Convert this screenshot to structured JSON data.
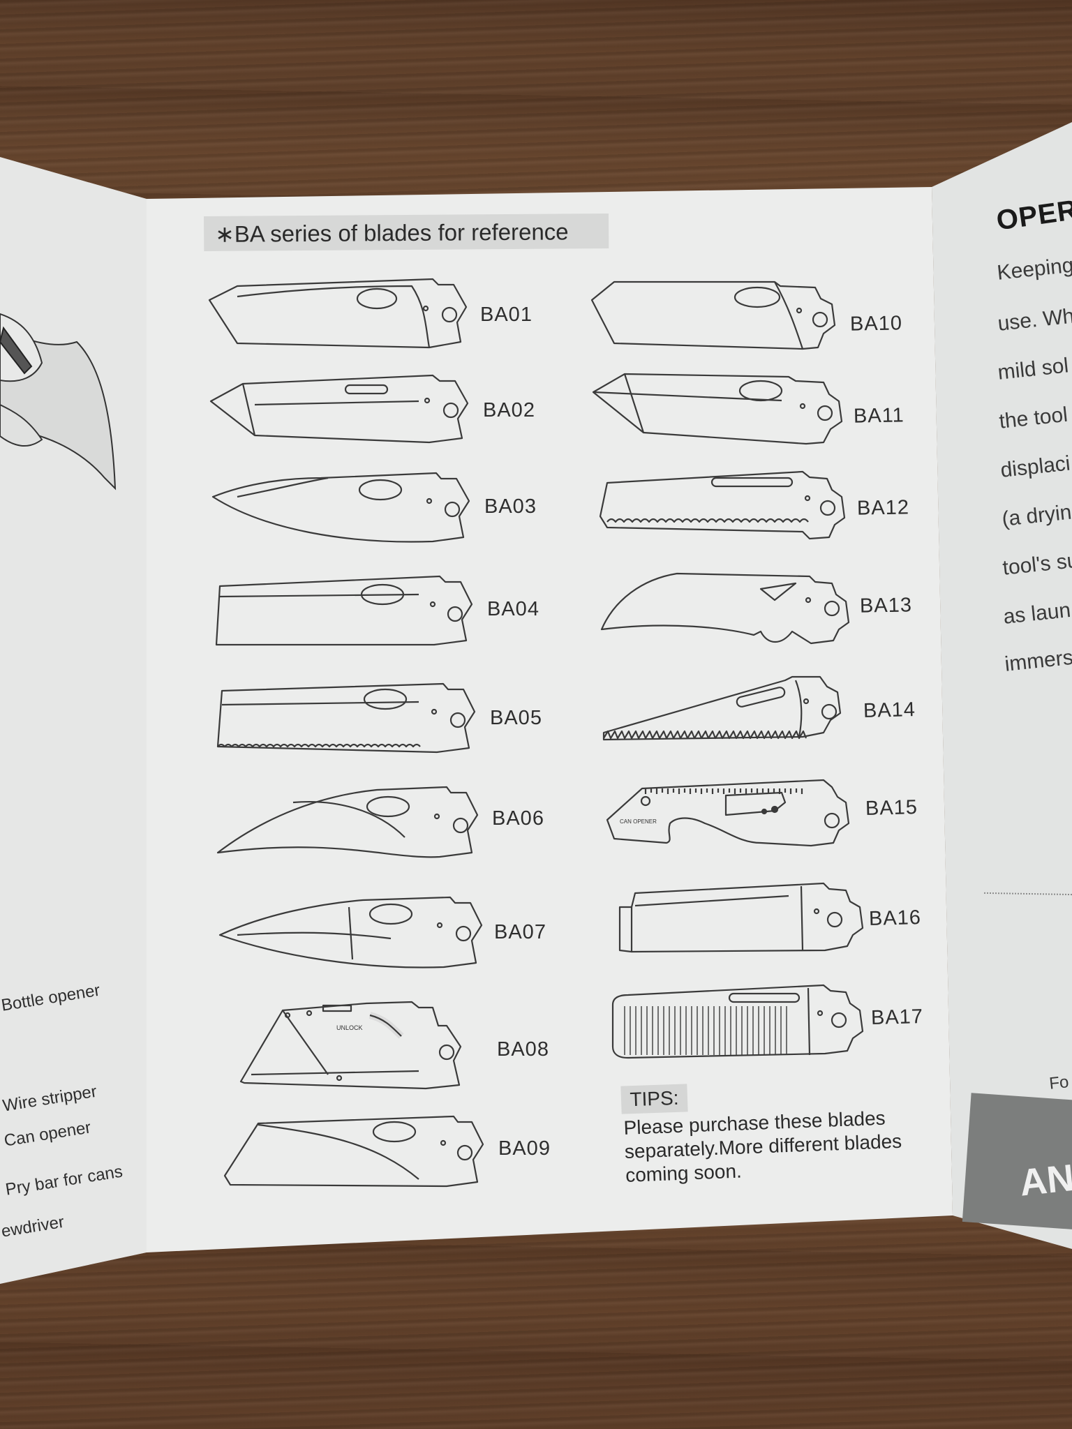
{
  "title": "∗BA series of blades for reference",
  "blades_left": [
    "BA01",
    "BA02",
    "BA03",
    "BA04",
    "BA05",
    "BA06",
    "BA07",
    "BA08",
    "BA09"
  ],
  "blades_right": [
    "BA10",
    "BA11",
    "BA12",
    "BA13",
    "BA14",
    "BA15",
    "BA16",
    "BA17"
  ],
  "tips": {
    "label": "TIPS:",
    "line1": "Please purchase these blades",
    "line2": "separately.More different blades",
    "line3": "coming soon."
  },
  "left_panel": {
    "bottle_opener": "Bottle opener",
    "wire_stripper": "Wire stripper",
    "can_opener": "Can opener",
    "pry_bar": "Pry bar for cans",
    "screwdriver": "ewdriver"
  },
  "right_panel": {
    "title": "OPERA",
    "lines": [
      "Keeping",
      "use. Wh",
      "mild sol",
      "the tool",
      "displaci",
      "(a dryin",
      "tool's su",
      "as laun",
      "immers"
    ],
    "fo": "Fo",
    "ad": "AN"
  },
  "blade_markings": {
    "ba08_unlock": "UNLOCK",
    "ba15_can_opener": "CAN OPENER"
  },
  "colors": {
    "paper": "#ecedec",
    "ink": "#2e2e2e",
    "wood": "#6e4c32"
  }
}
